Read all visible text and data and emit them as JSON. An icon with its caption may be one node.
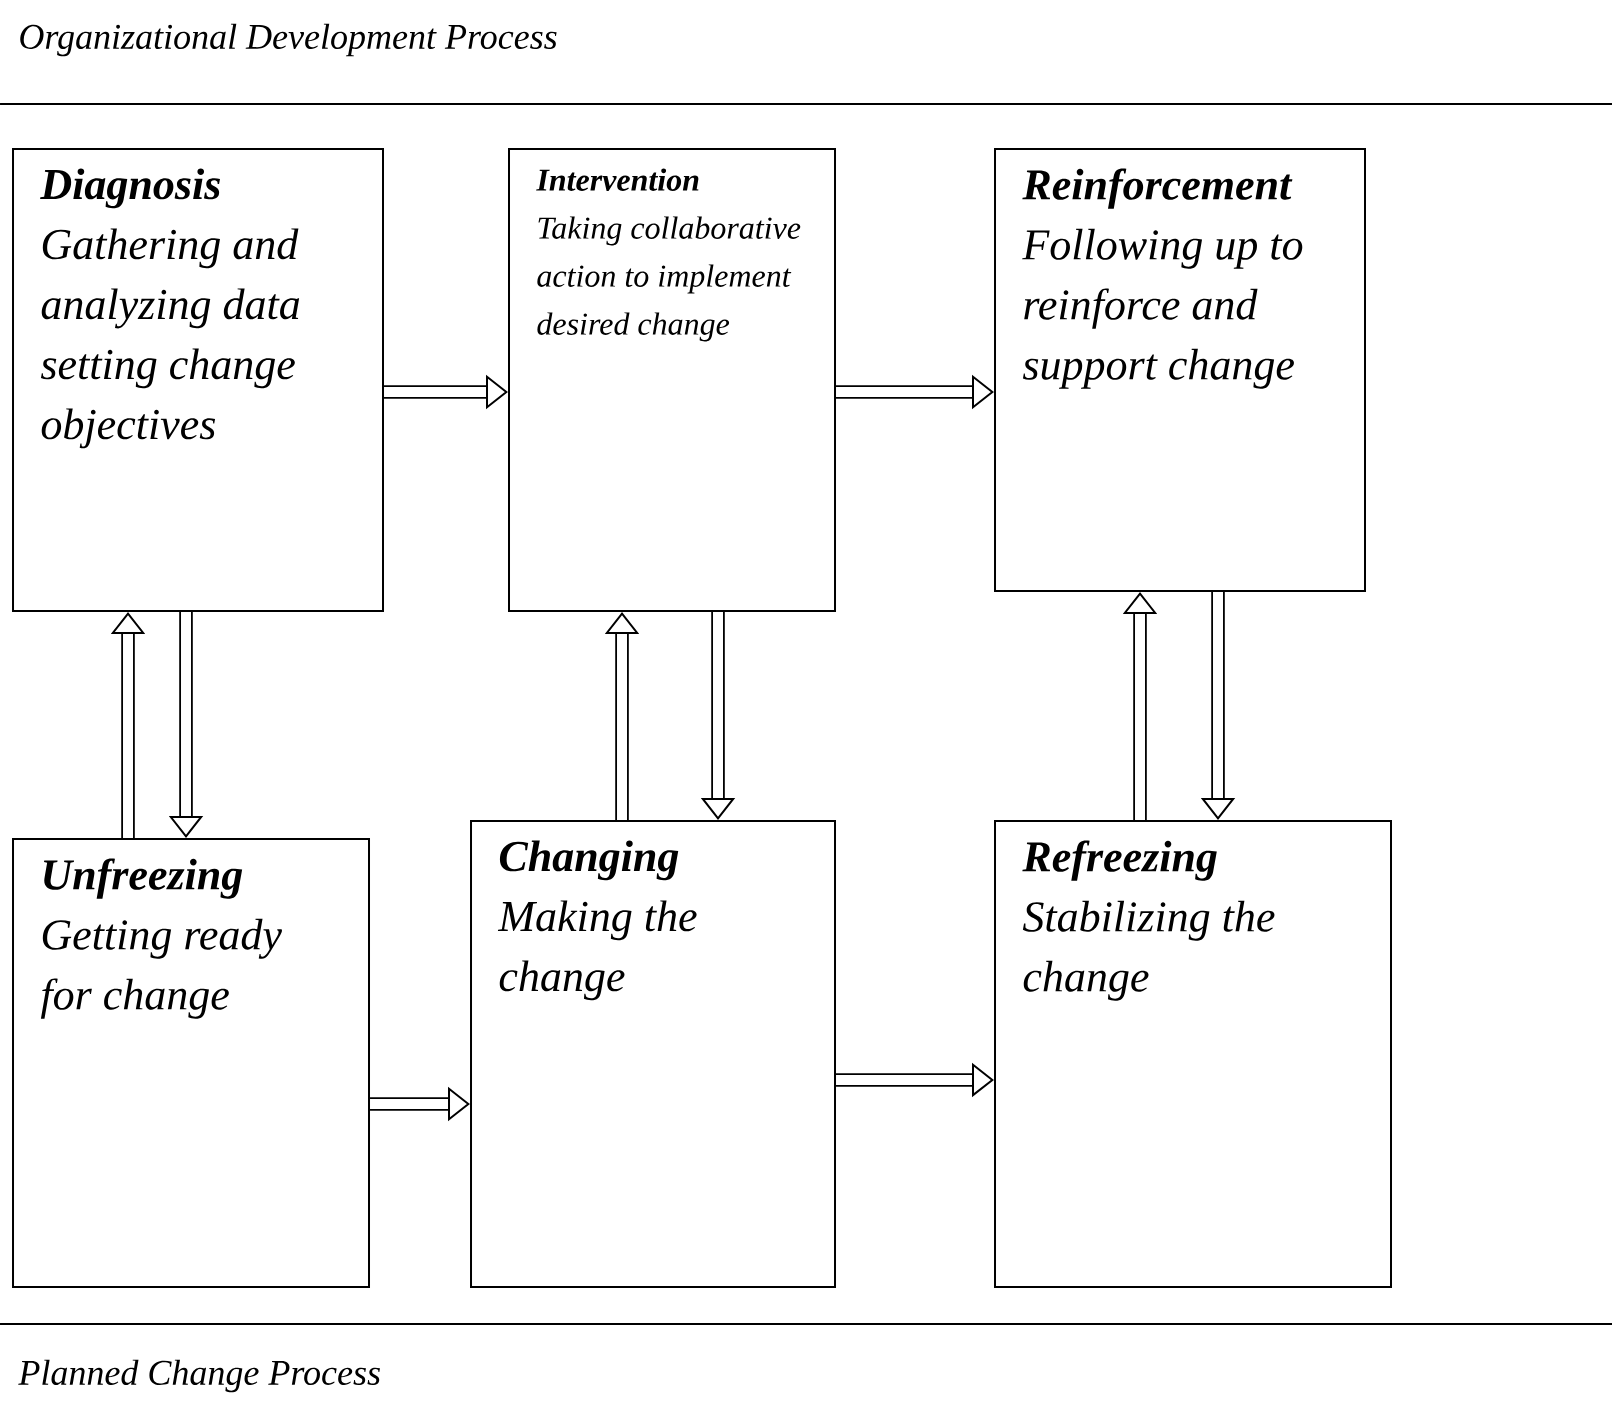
{
  "diagram": {
    "title": "Organizational Development Process",
    "caption": "Planned Change Process",
    "nodes": [
      {
        "text": [
          "Diagnosis",
          "Gathering and analyzing data setting change objectives"
        ]
      },
      {
        "text": [
          "Intervention",
          "Taking collaborative action to implement desired change"
        ]
      },
      {
        "text": [
          "Reinforcement",
          "Following up to reinforce and support change"
        ]
      },
      {
        "text": [
          "Unfreezing",
          "Getting ready for change"
        ]
      },
      {
        "text": [
          "Changing",
          "Making the change"
        ]
      },
      {
        "text": [
          "Refreezing",
          "Stabilizing the change"
        ]
      }
    ],
    "edges": [
      {
        "from": 0,
        "to": 1,
        "arrow": "to"
      },
      {
        "from": 1,
        "to": 2,
        "arrow": "to"
      },
      {
        "from": 3,
        "to": 0,
        "arrow": "to"
      },
      {
        "from": 0,
        "to": 3,
        "arrow": "to"
      },
      {
        "from": 4,
        "to": 1,
        "arrow": "to"
      },
      {
        "from": 1,
        "to": 4,
        "arrow": "to"
      },
      {
        "from": 5,
        "to": 2,
        "arrow": "to"
      },
      {
        "from": 2,
        "to": 5,
        "arrow": "to"
      },
      {
        "from": 3,
        "to": 4,
        "arrow": "to"
      },
      {
        "from": 4,
        "to": 5,
        "arrow": "to"
      }
    ]
  }
}
